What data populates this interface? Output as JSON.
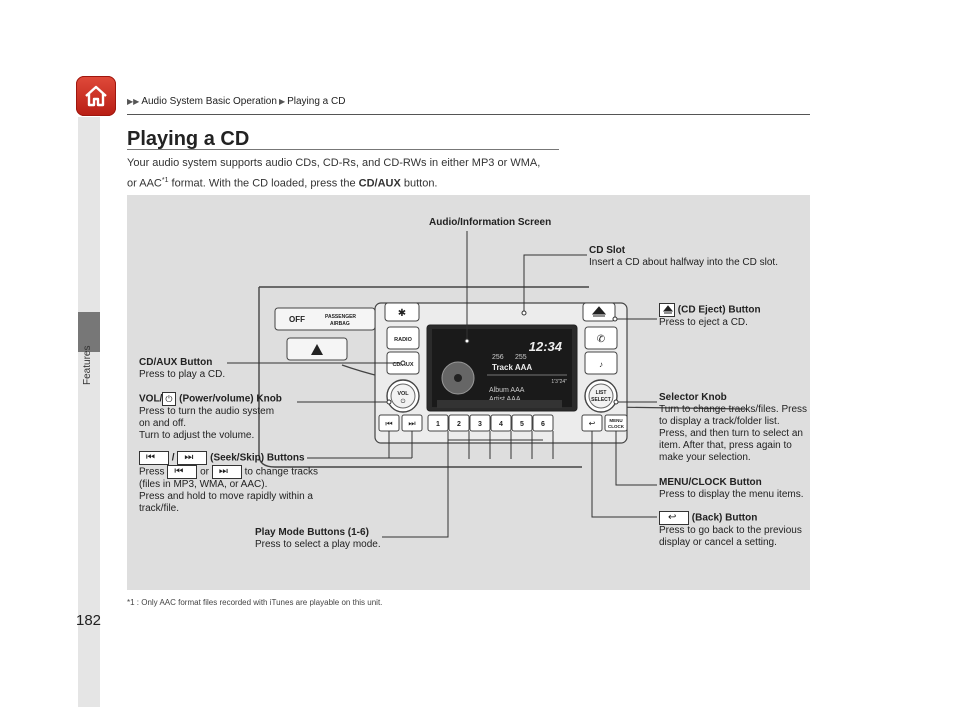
{
  "breadcrumb": {
    "part1": "Audio System Basic Operation",
    "part2": "Playing a CD"
  },
  "sidebar": {
    "label": "Features"
  },
  "page_number": "182",
  "section": {
    "title": "Playing a CD",
    "intro_a": "Your audio system supports audio CDs, CD-Rs, and CD-RWs in either MP3 or WMA,",
    "intro_b": "or AAC",
    "intro_sup": "*1",
    "intro_c": " format. With the CD loaded, press the ",
    "intro_bold": "CD/AUX",
    "intro_d": " button."
  },
  "callouts": {
    "audio_screen": "Audio/Information Screen",
    "cd_slot_title": "CD Slot",
    "cd_slot_desc": "Insert a CD about halfway into the CD slot.",
    "eject_title": "(CD Eject) Button",
    "eject_desc": "Press to eject a CD.",
    "cdaux_title": "CD/AUX Button",
    "cdaux_desc": "Press to play a CD.",
    "vol_title_a": "VOL/",
    "vol_title_b": "(Power/volume) Knob",
    "vol_desc1": "Press to turn the audio system",
    "vol_desc2": "on and off.",
    "vol_desc3": "Turn to adjust the volume.",
    "seek_title_sep": "/",
    "seek_title": "(Seek/Skip) Buttons",
    "seek_press": "Press",
    "seek_or": "or",
    "seek_change": "to change tracks",
    "seek_desc2": "(files in MP3, WMA, or AAC).",
    "seek_desc3": "Press and hold to move rapidly within a",
    "seek_desc4": "track/file.",
    "playmode_title": "Play Mode Buttons (1-6)",
    "playmode_desc": "Press to select a play mode.",
    "selector_title": "Selector Knob",
    "selector_desc1": "Turn to change tracks/files. Press",
    "selector_desc2": "to display a track/folder list.",
    "selector_desc3": "Press, and then turn to select an",
    "selector_desc4": "item. After that, press again to",
    "selector_desc5": "make your selection.",
    "menu_title": "MENU/CLOCK Button",
    "menu_desc": "Press to display the menu items.",
    "back_title": "(Back) Button",
    "back_desc1": "Press to go back to the previous",
    "back_desc2": "display or cancel a setting."
  },
  "device": {
    "airbag_off": "OFF",
    "airbag_passenger": "PASSENGER",
    "airbag_word": "AIRBAG",
    "radio_label": "RADIO",
    "cdaux_label": "CD/AUX",
    "vol_label": "VOL",
    "list_label": "LIST",
    "select_label": "SELECT",
    "menu_label": "MENU",
    "clock_label": "CLOCK",
    "screen_time": "12:34",
    "screen_folder": "256",
    "screen_track_no": "255",
    "screen_track": "Track AAA",
    "screen_elapsed": "1'3\"24\"",
    "screen_album": "Album AAA",
    "screen_artist": "Artist AAA",
    "presets": [
      "1",
      "2",
      "3",
      "4",
      "5",
      "6"
    ]
  },
  "footnote": "*1 : Only AAC format files recorded with iTunes are playable on this unit."
}
